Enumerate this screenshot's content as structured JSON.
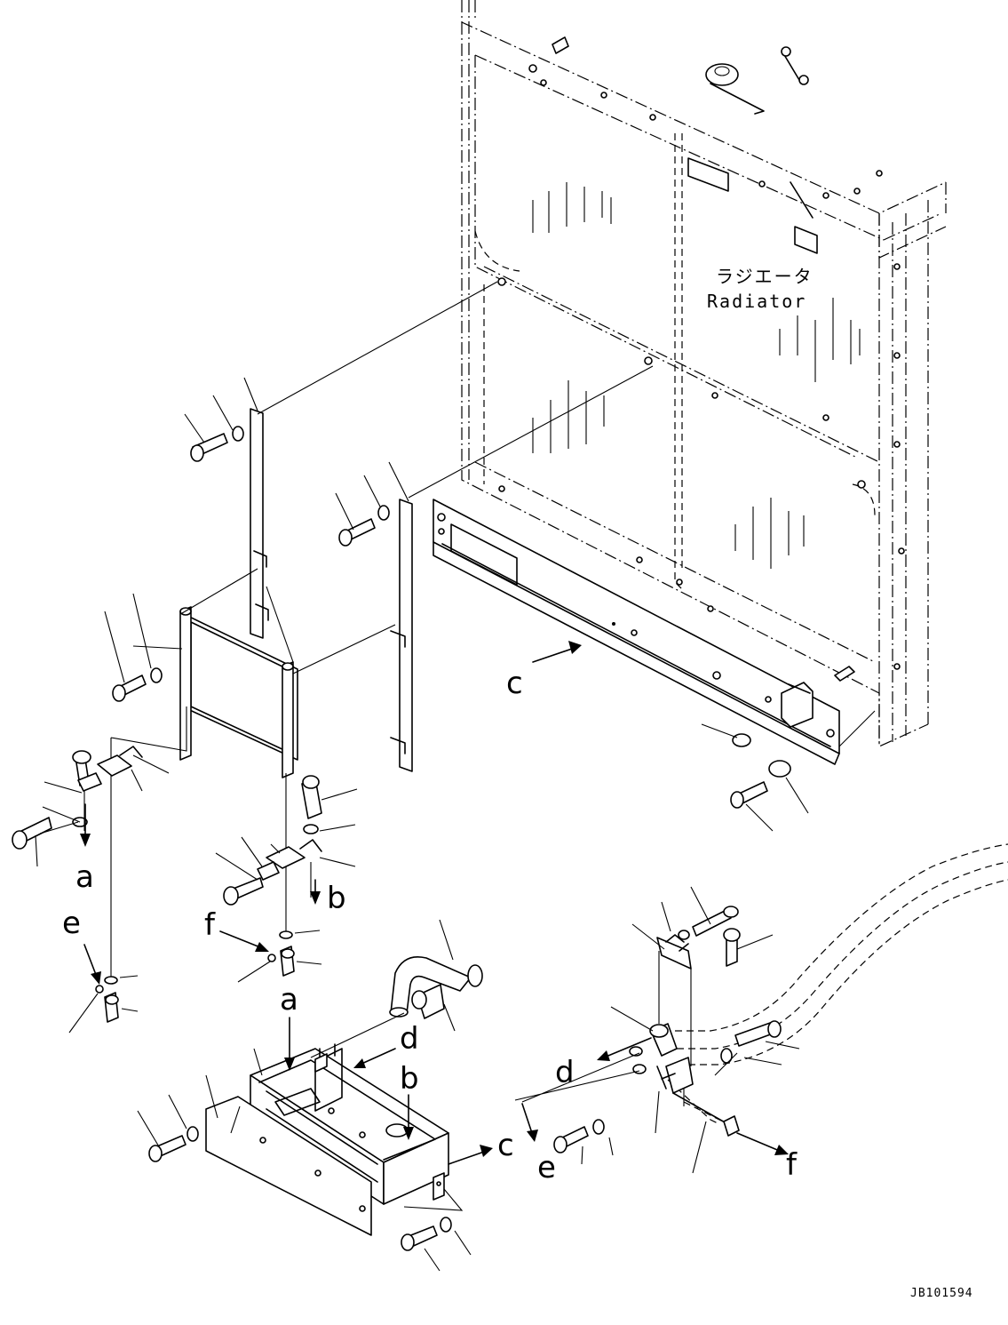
{
  "radiator": {
    "label_ja": "ラジエータ",
    "label_en": "Radiator"
  },
  "reference_letters": {
    "a_top": "a",
    "a_mid": "a",
    "b_top": "b",
    "b_low": "b",
    "c_top": "c",
    "c_low": "c",
    "d_left": "d",
    "d_right": "d",
    "e_top": "e",
    "e_low": "e",
    "f_mid": "f",
    "f_low": "f"
  },
  "drawing_code": "JB101594"
}
